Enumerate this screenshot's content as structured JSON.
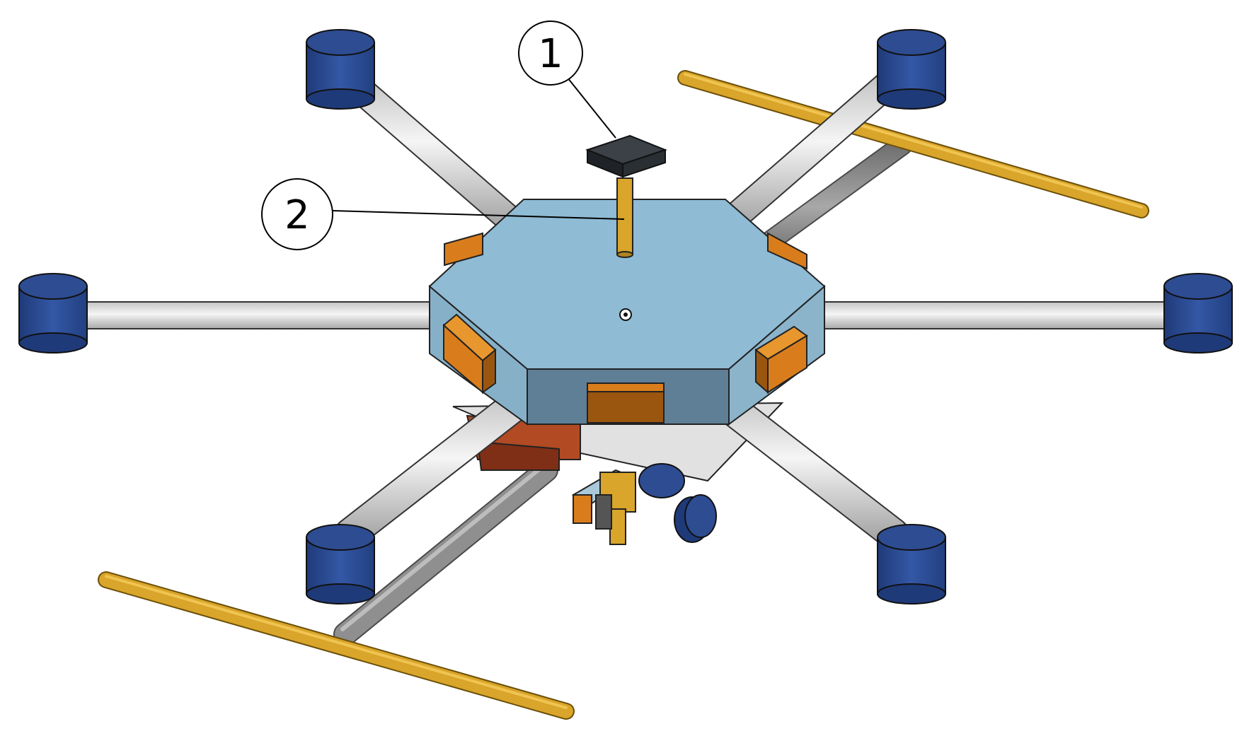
{
  "diagram": {
    "callouts": [
      {
        "id": "1",
        "label": "1"
      },
      {
        "id": "2",
        "label": "2"
      }
    ]
  },
  "colors": {
    "body_top": "#8fbbd4",
    "body_side_dark": "#5e7f96",
    "body_side_light": "#85b0c8",
    "arm_tube": "#dcdcdc",
    "motor_pod": "#2e4c91",
    "landing_rail": "#d9a52a",
    "landing_strut": "#8a8a8a",
    "orange_panel": "#d97d1c",
    "sensor_block": "#2a2f33",
    "base_plate": "#e1e1e1",
    "red_block": "#b24a24"
  }
}
